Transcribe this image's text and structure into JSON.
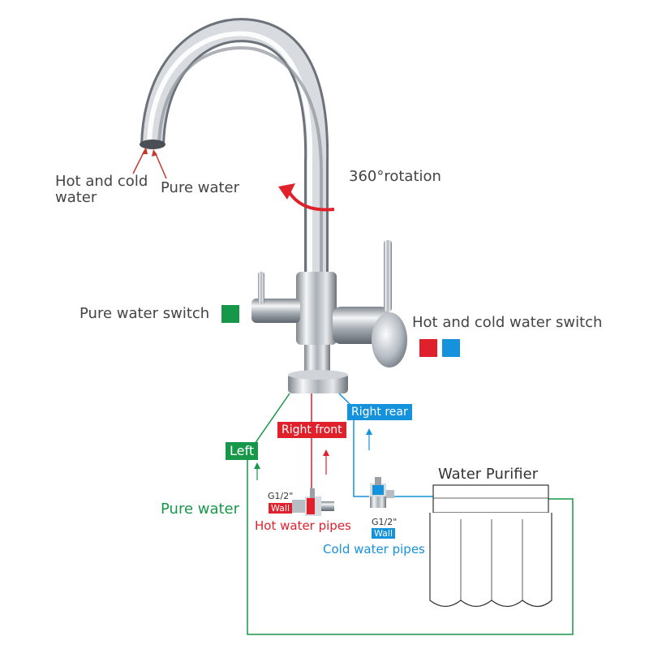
{
  "labels": {
    "hot_and_cold_water": [
      "Hot and cold",
      "water"
    ],
    "pure_water_outlet": "Pure water",
    "rotation": "360°rotation",
    "pure_water_switch": "Pure water switch",
    "hot_cold_switch": "Hot and cold water switch",
    "left_tag": "Left",
    "right_front_tag": "Right front",
    "right_rear_tag": "Right rear",
    "pure_water_line": "Pure water",
    "water_purifier": "Water Purifier",
    "hot_water_pipes": "Hot water pipes",
    "cold_water_pipes": "Cold water pipes",
    "valve_size": "G1/2\"",
    "wall": "Wall"
  },
  "colors": {
    "pure_water": "#17974a",
    "hot_water": "#e0212c",
    "cold_water": "#1592dc",
    "text": "#444444",
    "chrome": "#c9cdd2"
  },
  "icons": [
    "rotation-arrow-icon",
    "angle-valve-icon",
    "water-purifier-icon"
  ]
}
